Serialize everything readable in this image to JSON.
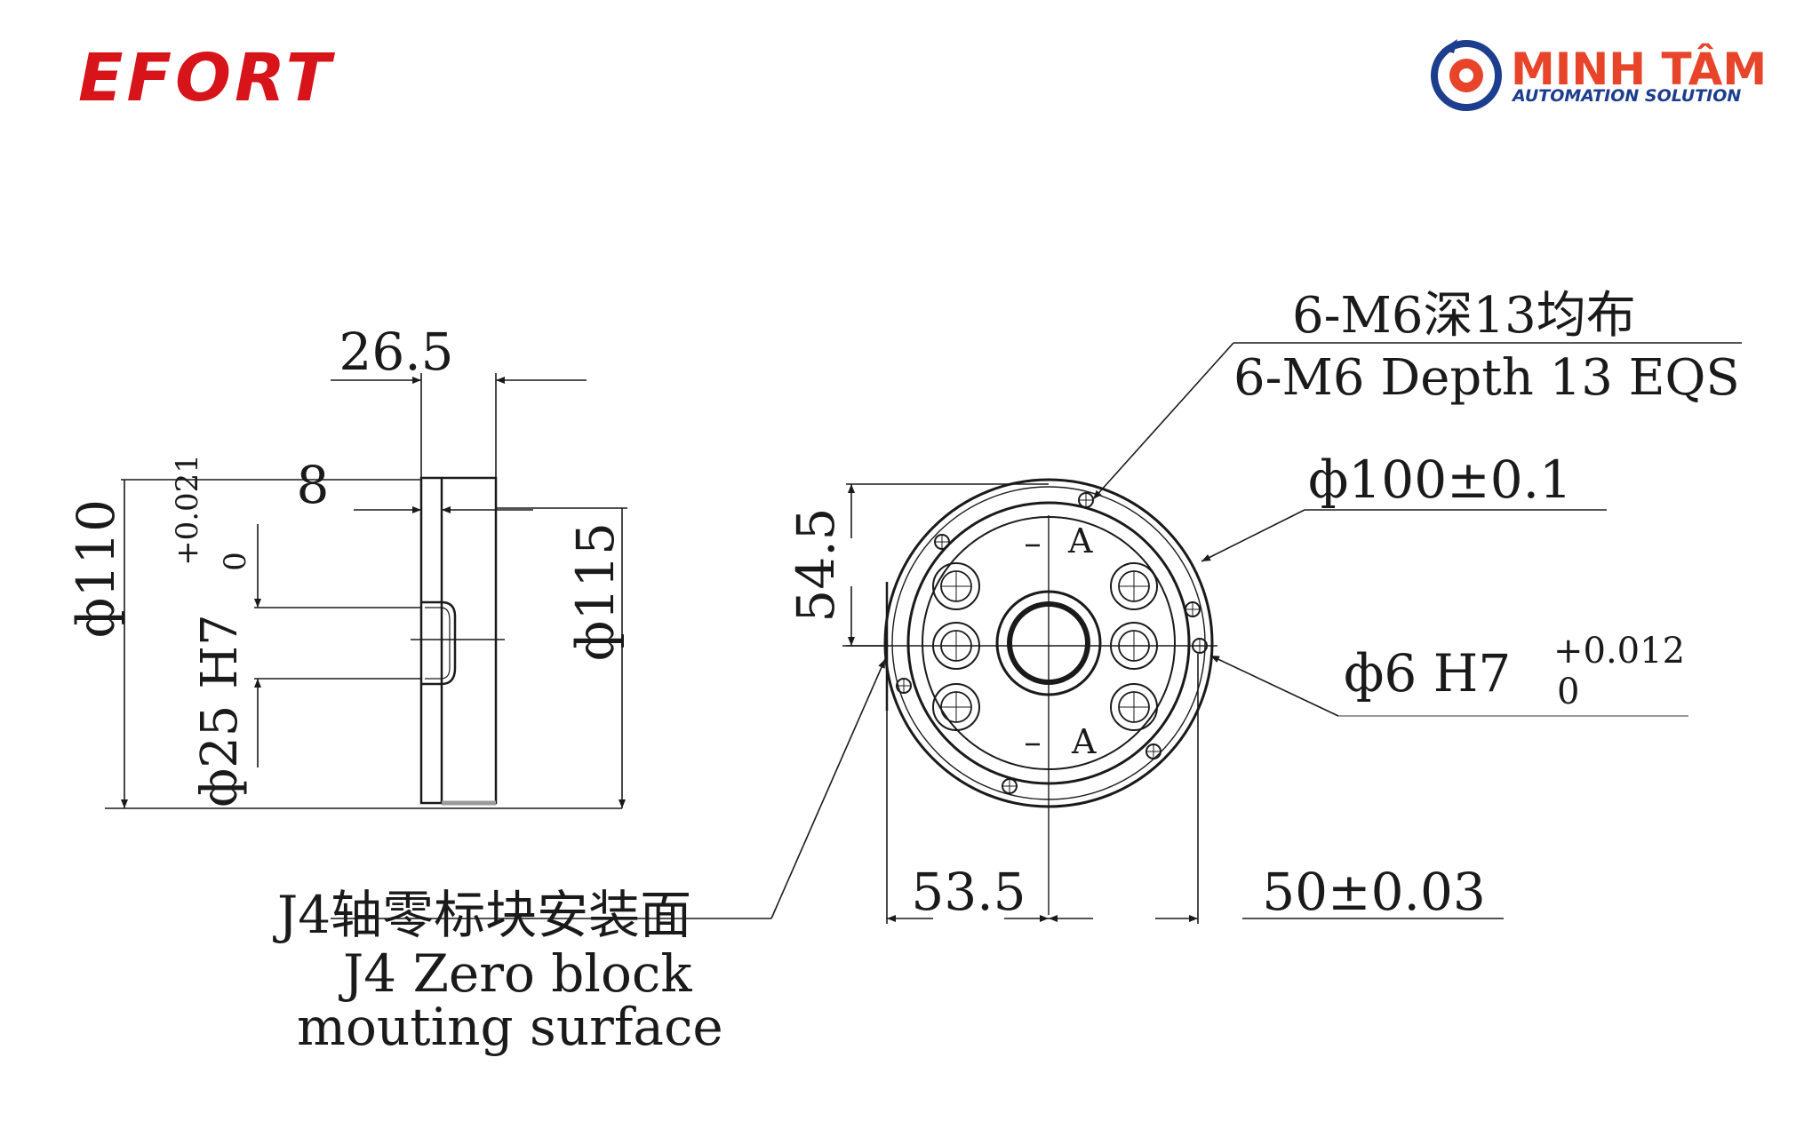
{
  "brand": {
    "left_logo": "EFORT",
    "right_logo_name": "MINH TÂM",
    "right_logo_tagline": "AUTOMATION SOLUTION",
    "left_color": "#d7141a",
    "right_name_color": "#e8442a",
    "right_tagline_color": "#1d3e8e"
  },
  "side_view": {
    "dim_width_total": "26.5",
    "dim_thickness": "8",
    "dim_left_dia": "ф110",
    "dim_bore_tol_upper": "+0.021",
    "dim_bore_tol_lower": "0",
    "dim_bore": "ф25 H7",
    "dim_right_dia": "ф115"
  },
  "front_view": {
    "dim_top_offset": "54.5",
    "hole_label_a1": "A",
    "hole_label_a2": "A",
    "dim_left_offset": "53.5",
    "dim_right_offset": "50±0.03"
  },
  "callouts": {
    "thread_holes_cn": "6-M6深13均布",
    "thread_holes_en": "6-M6 Depth 13 EQS",
    "bolt_circle": "ф100±0.1",
    "pin_hole": "ф6 H7",
    "pin_hole_tol_upper": "+0.012",
    "pin_hole_tol_lower": "0",
    "zero_block_cn": "J4轴零标块安装面",
    "zero_block_en_1": "J4 Zero block",
    "zero_block_en_2": "mouting surface"
  }
}
